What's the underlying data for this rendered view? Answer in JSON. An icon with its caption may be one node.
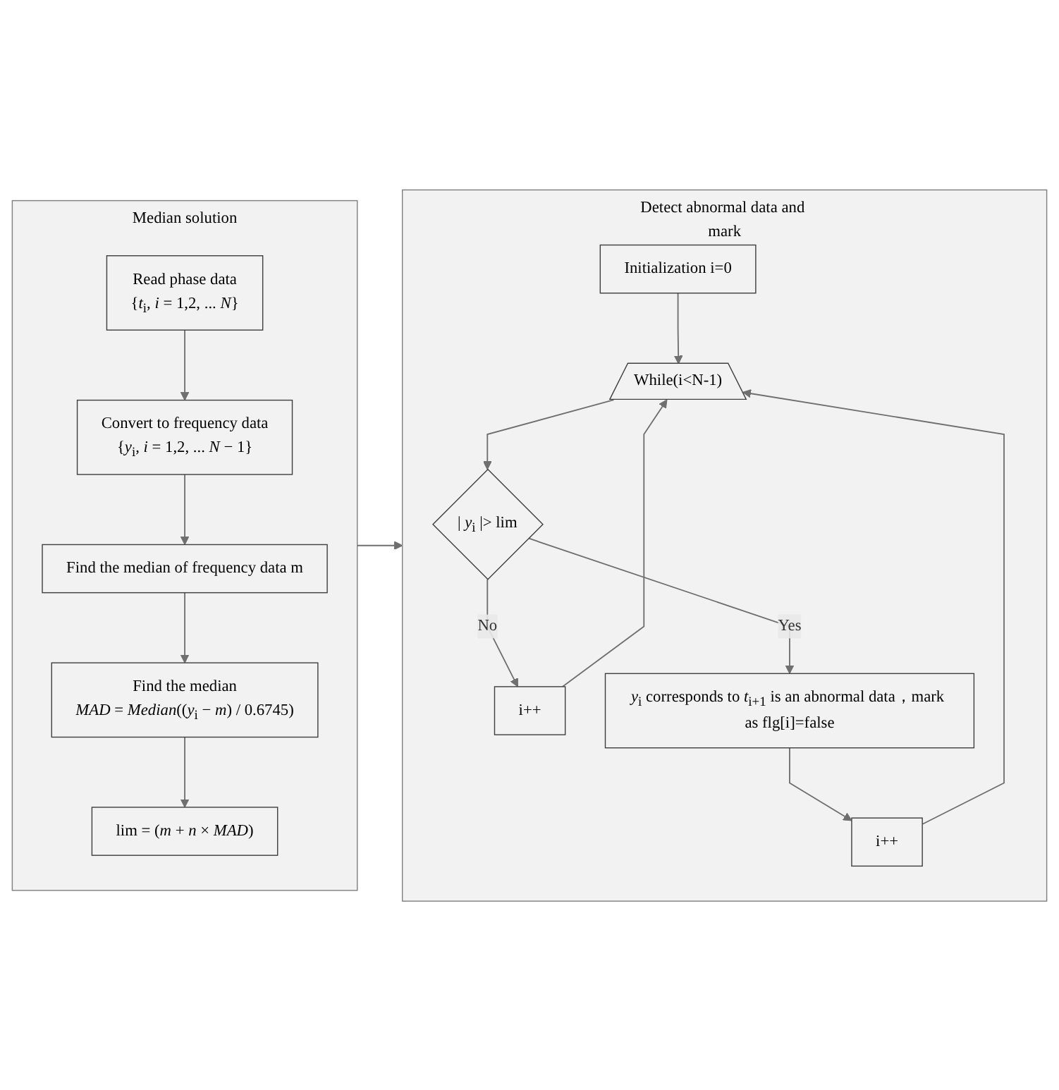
{
  "diagram": {
    "nodes": [
      {
        "text": [
          "Median solution"
        ]
      },
      {
        "text": [
          "Read phase data",
          "{*t*$_{i}$, *i* = 1,2, ... *N*}"
        ],
        "in": 0
      },
      {
        "text": [
          "Convert to frequency data",
          "{*y*$_{i}$, *i* = 1,2, ... *N* − 1}"
        ],
        "in": 0
      },
      {
        "text": [
          "Find the median of frequency data m"
        ],
        "in": 0
      },
      {
        "text": [
          "Find the median",
          "*MAD* = *Median*((*y*$_{i}$ − *m*) / 0.6745)"
        ],
        "in": 0
      },
      {
        "text": [
          "lim = (*m* + *n* × *MAD*)"
        ],
        "in": 0
      },
      {
        "text": [
          "Detect abnormal data and mark"
        ]
      },
      {
        "text": [
          "Initialization i=0"
        ],
        "in": 6
      },
      {
        "text": [
          "While(i<N-1)"
        ],
        "in": 6
      },
      {
        "text": [
          "| *y*$_{i}$ |> lim"
        ],
        "in": 6
      },
      {
        "text": [
          "i++"
        ],
        "in": 6
      },
      {
        "text": [
          "*y*$_{i}$ corresponds to *t*$_{i+1}$ is an abnormal data，mark as flg[i]=false"
        ],
        "in": 6
      },
      {
        "text": [
          "i++"
        ],
        "in": 6
      }
    ],
    "edges": [
      {
        "from": 1,
        "to": 2,
        "arrow": "to"
      },
      {
        "from": 2,
        "to": 3,
        "arrow": "to"
      },
      {
        "from": 3,
        "to": 4,
        "arrow": "to"
      },
      {
        "from": 4,
        "to": 5,
        "arrow": "to"
      },
      {
        "from": 0,
        "to": 6,
        "arrow": "to"
      },
      {
        "from": 7,
        "to": 8,
        "arrow": "to"
      },
      {
        "from": 8,
        "to": 9,
        "arrow": "to"
      },
      {
        "from": 9,
        "to": 10,
        "arrow": "to",
        "label": "No"
      },
      {
        "from": 10,
        "to": 8,
        "arrow": "to"
      },
      {
        "from": 9,
        "to": 11,
        "arrow": "to",
        "label": "Yes"
      },
      {
        "from": 11,
        "to": 12,
        "arrow": "to"
      },
      {
        "from": 12,
        "to": 8,
        "arrow": "to"
      }
    ]
  }
}
